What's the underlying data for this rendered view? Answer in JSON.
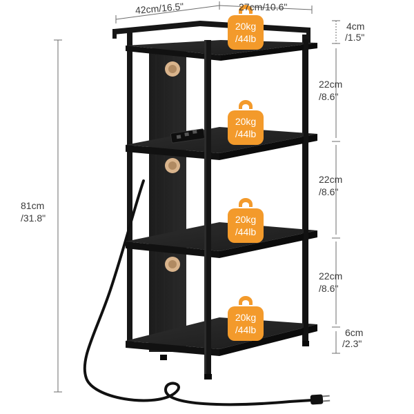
{
  "product": {
    "colors": {
      "frame": "#1a1a1a",
      "shelf_top": "#2a2a2a",
      "shelf_edge": "#111111",
      "weight_tag": "#f39a2b",
      "dimension_line": "#6b6b6b",
      "hole": "#d9b48c"
    }
  },
  "dimensions": {
    "width": "42cm/16.5\"",
    "depth": "27cm/10.6\"",
    "total_height_cm": "81cm",
    "total_height_in": "/31.8\"",
    "top_rail_cm": "4cm",
    "top_rail_in": "/1.5\"",
    "gap1_cm": "22cm",
    "gap1_in": "/8.6\"",
    "gap2_cm": "22cm",
    "gap2_in": "/8.6\"",
    "gap3_cm": "22cm",
    "gap3_in": "/8.6\"",
    "bottom_cm": "6cm",
    "bottom_in": "/2.3\""
  },
  "load_tags": [
    {
      "kg": "20kg",
      "lb": "/44lb"
    },
    {
      "kg": "20kg",
      "lb": "/44lb"
    },
    {
      "kg": "20kg",
      "lb": "/44lb"
    },
    {
      "kg": "20kg",
      "lb": "/44lb"
    }
  ]
}
